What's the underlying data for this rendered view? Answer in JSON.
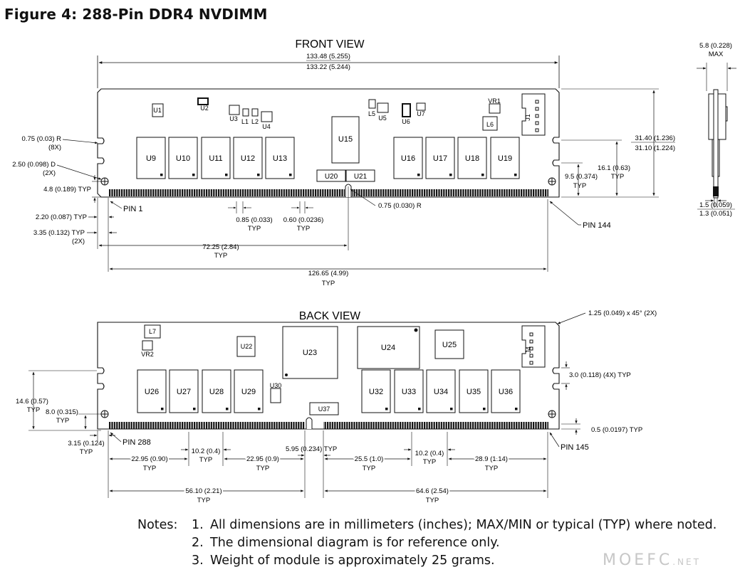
{
  "figure_title": "Figure 4: 288-Pin DDR4 NVDIMM",
  "front": {
    "view_title": "FRONT VIEW",
    "dims": {
      "overall_length_max": "133.48 (5.255)",
      "overall_length_min": "133.22 (5.244)",
      "notch_radius": "0.75 (0.03) R",
      "notch_radius_count": "(8X)",
      "hole_dia": "2.50 (0.098) D",
      "hole_dia_count": "(2X)",
      "hole_height": "4.8 (0.189) TYP",
      "pin1_offset": "2.20 (0.087) TYP",
      "edge_offset": "3.35 (0.132) TYP",
      "edge_offset_count": "(2X)",
      "pitch": "0.85 (0.033)",
      "pitch_typ": "TYP",
      "pin_width": "0.60 (0.0236)",
      "pin_width_typ": "TYP",
      "key_radius": "0.75 (0.030) R",
      "key_position": "72.25 (2.84)",
      "key_position_typ": "TYP",
      "pin_span": "126.65 (4.99)",
      "pin_span_typ": "TYP",
      "height_max": "31.40 (1.236)",
      "height_min": "31.10 (1.224)",
      "notch_height": "16.1 (0.63)",
      "notch_height_typ": "TYP",
      "notch_low": "9.5 (0.374)",
      "notch_low_typ": "TYP",
      "pin1": "PIN 1",
      "pin144": "PIN 144"
    },
    "chips_big": [
      "U9",
      "U10",
      "U11",
      "U12",
      "U13",
      "U16",
      "U17",
      "U18",
      "U19"
    ],
    "chip_u15": "U15",
    "chips_small": [
      "U20",
      "U21"
    ],
    "parts": [
      "U1",
      "U2",
      "U3",
      "L1",
      "L2",
      "U4",
      "L5",
      "U5",
      "U6",
      "U7",
      "VR1",
      "L6",
      "J1"
    ]
  },
  "side": {
    "thickness": "5.8 (0.228)",
    "thickness_max": "MAX",
    "pcb_max": "1.5 (0.059)",
    "pcb_min": "1.3 (0.051)"
  },
  "back": {
    "view_title": "BACK VIEW",
    "dims": {
      "chamfer": "1.25 (0.049) x 45° (2X)",
      "notch_width": "3.0 (0.118) (4X) TYP",
      "notch_h": "14.6 (0.57)",
      "notch_h_typ": "TYP",
      "hole_h": "8.0 (0.315)",
      "hole_h_typ": "TYP",
      "edge_gap": "3.15 (0.124)",
      "edge_gap_typ": "TYP",
      "pin_gap": "0.5 (0.0197) TYP",
      "key_width": "5.95 (0.234) TYP",
      "seg1": "22.95 (0.90)",
      "seg1_typ": "TYP",
      "seg2": "10.2 (0.4)",
      "seg2_typ": "TYP",
      "seg3": "22.95 (0.9)",
      "seg3_typ": "TYP",
      "seg4": "25.5 (1.0)",
      "seg4_typ": "TYP",
      "seg5": "10.2 (0.4)",
      "seg5_typ": "TYP",
      "seg6": "28.9 (1.14)",
      "seg6_typ": "TYP",
      "left_span": "56.10 (2.21)",
      "left_span_typ": "TYP",
      "right_span": "64.6 (2.54)",
      "right_span_typ": "TYP",
      "pin288": "PIN 288",
      "pin145": "PIN 145"
    },
    "chips_big": [
      "U26",
      "U27",
      "U28",
      "U29",
      "U32",
      "U33",
      "U34",
      "U35",
      "U36"
    ],
    "chip_u23": "U23",
    "chip_u24": "U24",
    "chip_u25": "U25",
    "parts": [
      "L7",
      "VR2",
      "U22",
      "U30",
      "U37",
      "J4"
    ]
  },
  "notes": {
    "label": "Notes:",
    "items": [
      "All dimensions are in millimeters (inches); MAX/MIN or typical (TYP) where noted.",
      "The dimensional diagram is for reference only.",
      "Weight of module is approximately 25 grams."
    ]
  },
  "watermark": {
    "main": "MOEFC",
    "suffix": ".NET"
  }
}
